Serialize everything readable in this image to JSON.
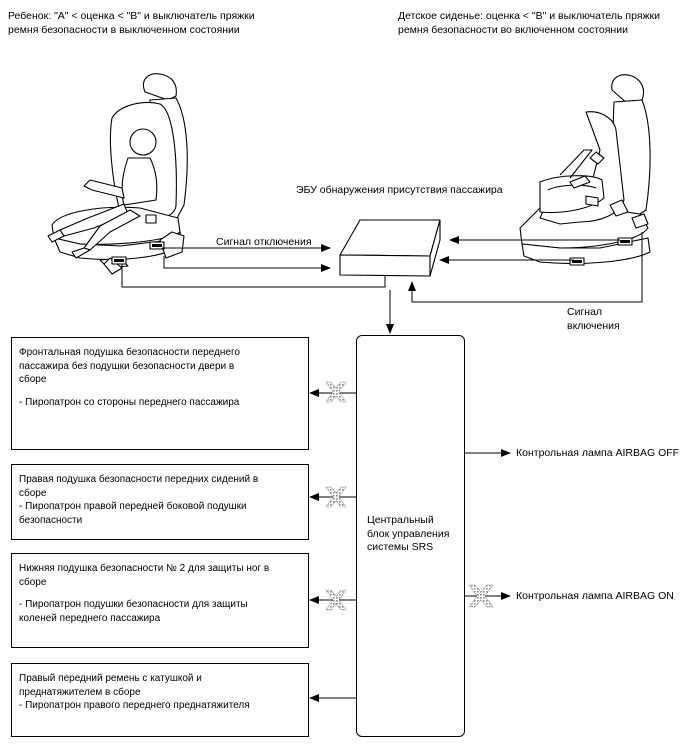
{
  "captions": {
    "left": "Ребенок: \"A\" < оценка < \"B\" и выключатель пряжки\nремня безопасности в выключенном состоянии",
    "right": "Детское сиденье: оценка < \"B\" и выключатель пряжки\nремня безопасности во включенном состоянии"
  },
  "ecu_label": "ЭБУ обнаружения присутствия пассажира",
  "signal_off": "Сигнал отключения",
  "signal_on": "Сигнал\nвключения",
  "srs_label": "Центральный\nблок управления\nсистемы SRS",
  "lamps": {
    "off": "Контрольная лампа AIRBAG OFF",
    "on": "Контрольная лампа AIRBAG ON"
  },
  "boxes": [
    {
      "title": "Фронтальная подушка безопасности переднего\nпассажира без подушки безопасности двери в\nсборе",
      "item": "- Пиропатрон со стороны переднего пассажира"
    },
    {
      "title": "Правая подушка безопасности передних сидений в\nсборе",
      "item": "- Пиропатрон правой передней боковой подушки\nбезопасности"
    },
    {
      "title": "Нижняя подушка безопасности № 2 для защиты ног в\nсборе",
      "item": "- Пиропатрон подушки безопасности для защиты\nколеней переднего пассажира"
    },
    {
      "title": "Правый передний ремень с катушкой и\nпреднатяжителем в сборе",
      "item": "- Пиропатрон правого переднего преднатяжителя"
    }
  ]
}
